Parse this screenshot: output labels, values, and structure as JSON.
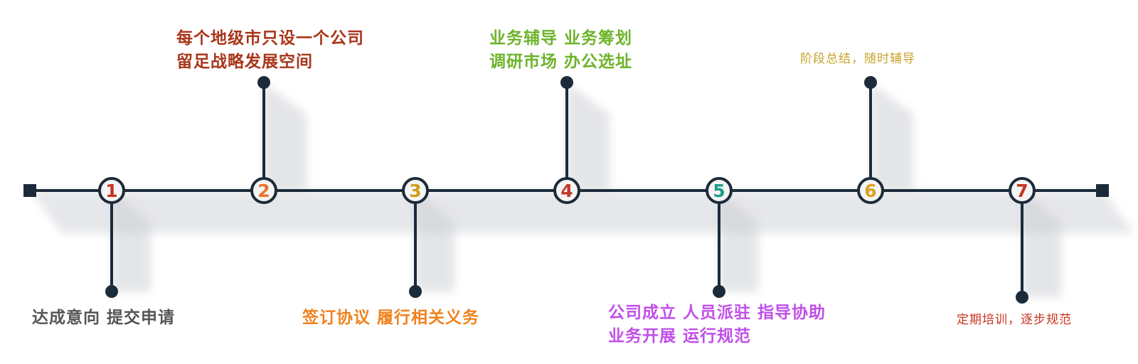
{
  "colors": {
    "line": "#1c2b3a",
    "shadow": "#c9ccd1",
    "circle_fill": "#f4f4f4"
  },
  "steps": [
    {
      "number": "1",
      "color": "#c8321f",
      "direction": "down",
      "text_lines": [
        "达成意向  提交申请"
      ],
      "text_color": "#555555",
      "text_size": "big"
    },
    {
      "number": "2",
      "color": "#e8742c",
      "direction": "up",
      "text_lines": [
        "每个地级市只设一个公司",
        "留足战略发展空间"
      ],
      "text_color": "#a8361a",
      "text_size": "big"
    },
    {
      "number": "3",
      "color": "#d39b1c",
      "direction": "down",
      "text_lines": [
        "签订协议  履行相关义务"
      ],
      "text_color": "#f0821e",
      "text_size": "big"
    },
    {
      "number": "4",
      "color": "#c0392b",
      "direction": "up",
      "text_lines": [
        "业务辅导  业务筹划",
        "调研市场  办公选址"
      ],
      "text_color": "#6db32a",
      "text_size": "big"
    },
    {
      "number": "5",
      "color": "#1f9c8a",
      "direction": "down",
      "text_lines": [
        "公司成立  人员派驻  指导协助",
        "业务开展  运行规范"
      ],
      "text_color": "#c14ee8",
      "text_size": "big"
    },
    {
      "number": "6",
      "color": "#d8a21c",
      "direction": "up",
      "text_lines": [
        "阶段总结，随时辅导"
      ],
      "text_color": "#c9a12c",
      "text_size": "small"
    },
    {
      "number": "7",
      "color": "#c8321f",
      "direction": "down",
      "text_lines": [
        "定期培训，逐步规范"
      ],
      "text_color": "#c8321f",
      "text_size": "small"
    }
  ]
}
